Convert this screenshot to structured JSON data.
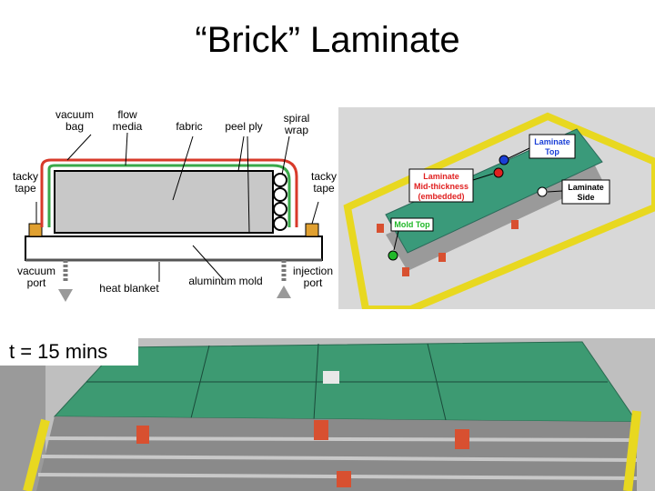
{
  "slide": {
    "title": "“Brick” Laminate"
  },
  "diagram": {
    "labels": {
      "vacuum_bag_1": "vacuum",
      "vacuum_bag_2": "bag",
      "flow_media_1": "flow",
      "flow_media_2": "media",
      "fabric": "fabric",
      "peel_ply": "peel ply",
      "spiral_wrap_1": "spiral",
      "spiral_wrap_2": "wrap",
      "tacky_tape_left_1": "tacky",
      "tacky_tape_left_2": "tape",
      "tacky_tape_right_1": "tacky",
      "tacky_tape_right_2": "tape",
      "vacuum_port_1": "vacuum",
      "vacuum_port_2": "port",
      "heat_blanket": "heat blanket",
      "aluminum_mold": "aluminum mold",
      "injection_port_1": "injection",
      "injection_port_2": "port"
    }
  },
  "photo_top": {
    "callouts": {
      "laminate_top_1": "Laminate",
      "laminate_top_2": "Top",
      "laminate_mid_1": "Laminate",
      "laminate_mid_2": "Mid-thickness",
      "laminate_mid_3": "(embedded)",
      "laminate_side_1": "Laminate",
      "laminate_side_2": "Side",
      "mold_top": "Mold Top"
    },
    "colors": {
      "top_dot": "#1a3fd6",
      "mid_dot": "#e02020",
      "side_dot": "#ffffff",
      "mold_dot": "#22b82a"
    }
  },
  "photo_bottom": {
    "time_label": "t = 15  mins"
  }
}
